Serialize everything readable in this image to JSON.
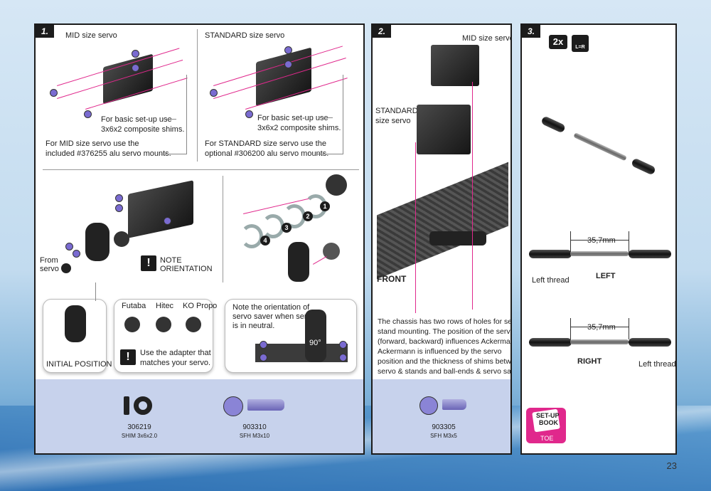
{
  "page_number": "23",
  "step1": {
    "number": "1.",
    "mid_title": "MID size servo",
    "standard_title": "STANDARD size servo",
    "mid_shim_note_1": "For basic set-up use",
    "mid_shim_note_2": "3x6x2 composite shims.",
    "std_shim_note_1": "For basic set-up use",
    "std_shim_note_2": "3x6x2 composite shims.",
    "mid_mount_note_1": "For MID size servo use the",
    "mid_mount_note_2": "included #376255 alu servo mounts.",
    "std_mount_note_1": "For STANDARD size servo use the",
    "std_mount_note_2": "optional #306200 alu servo mounts.",
    "from_servo_1": "From",
    "from_servo_2": "servo",
    "note_1": "NOTE",
    "note_2": "ORIENTATION",
    "initial_position": "INITIAL POSITION",
    "brands": [
      "Futaba",
      "Hitec",
      "KO Propo"
    ],
    "adapter_note_1": "Use the adapter that",
    "adapter_note_2": "matches your servo.",
    "orientation_note_1": "Note the orientation of",
    "orientation_note_2": "servo saver when servo",
    "orientation_note_3": "is in neutral.",
    "angle": "90°",
    "sequence": [
      "1",
      "2",
      "3",
      "4"
    ],
    "parts": [
      {
        "code": "306219",
        "desc": "SHIM 3x6x2.0"
      },
      {
        "code": "903310",
        "desc": "SFH M3x10"
      }
    ]
  },
  "step2": {
    "number": "2.",
    "mid_title": "MID size servo",
    "standard_title_1": "STANDARD",
    "standard_title_2": "size servo",
    "front": "FRONT",
    "description": [
      "The chassis has two rows of holes for servo",
      "stand mounting. The position of the servo",
      "(forward, backward) influences Ackermann.",
      "Ackermann is influenced by the servo",
      "position and the thickness of shims between",
      "servo & stands and ball-ends & servo saver."
    ],
    "parts": [
      {
        "code": "903305",
        "desc": "SFH M3x5"
      }
    ]
  },
  "step3": {
    "number": "3.",
    "qty": "2x",
    "lr": "L=R",
    "dim_left": "35,7mm",
    "dim_right": "35,7mm",
    "left_label": "LEFT",
    "left_thread": "Left thread",
    "right_label": "RIGHT",
    "right_thread": "Left thread",
    "setup_book_1": "SET-UP",
    "setup_book_2": "BOOK",
    "setup_book_tag": "TOE"
  },
  "colors": {
    "accent": "#e0288c",
    "panel_border": "#1c1c1c",
    "parts_bg": "#c7d2ec",
    "hardware": "#7a6bd1"
  }
}
